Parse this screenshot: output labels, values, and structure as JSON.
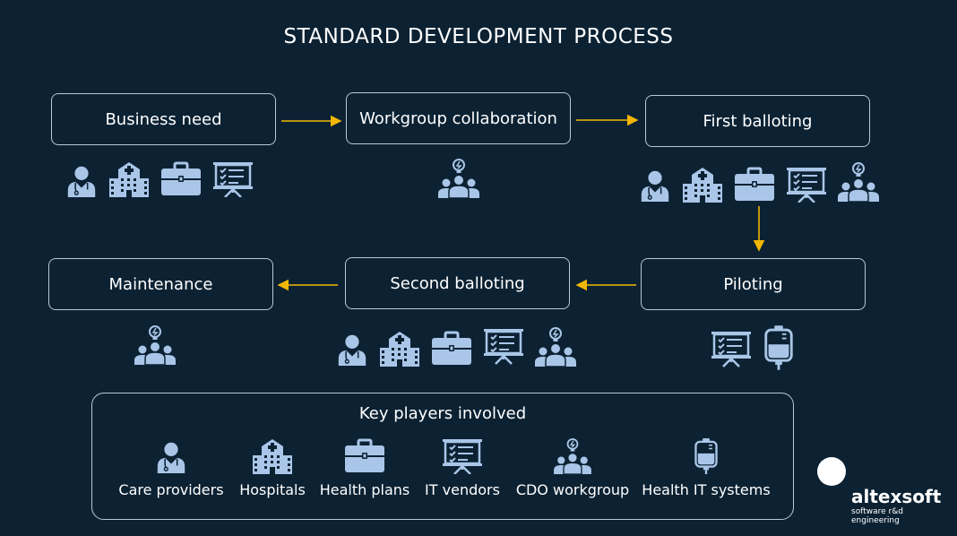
{
  "title": "STANDARD DEVELOPMENT PROCESS",
  "steps": {
    "business_need": "Business need",
    "workgroup_collaboration": "Workgroup collaboration",
    "first_balloting": "First balloting",
    "piloting": "Piloting",
    "second_balloting": "Second balloting",
    "maintenance": "Maintenance"
  },
  "legend": {
    "title": "Key players involved",
    "players": [
      "Care providers",
      "Hospitals",
      "Health plans",
      "IT vendors",
      "CDO workgroup",
      "Health IT systems"
    ]
  },
  "icons": {
    "care_providers": "doctor-icon",
    "hospitals": "hospital-icon",
    "health_plans": "briefcase-icon",
    "it_vendors": "presentation-board-icon",
    "cdo_workgroup": "team-idea-icon",
    "health_it_systems": "iv-bag-icon"
  },
  "logo": {
    "name": "altexsoft",
    "tagline": "software r&d engineering"
  },
  "colors": {
    "background": "#0c2233",
    "icon": "#a9c6e8",
    "arrow": "#f2b705",
    "border": "#b8c9d6"
  }
}
